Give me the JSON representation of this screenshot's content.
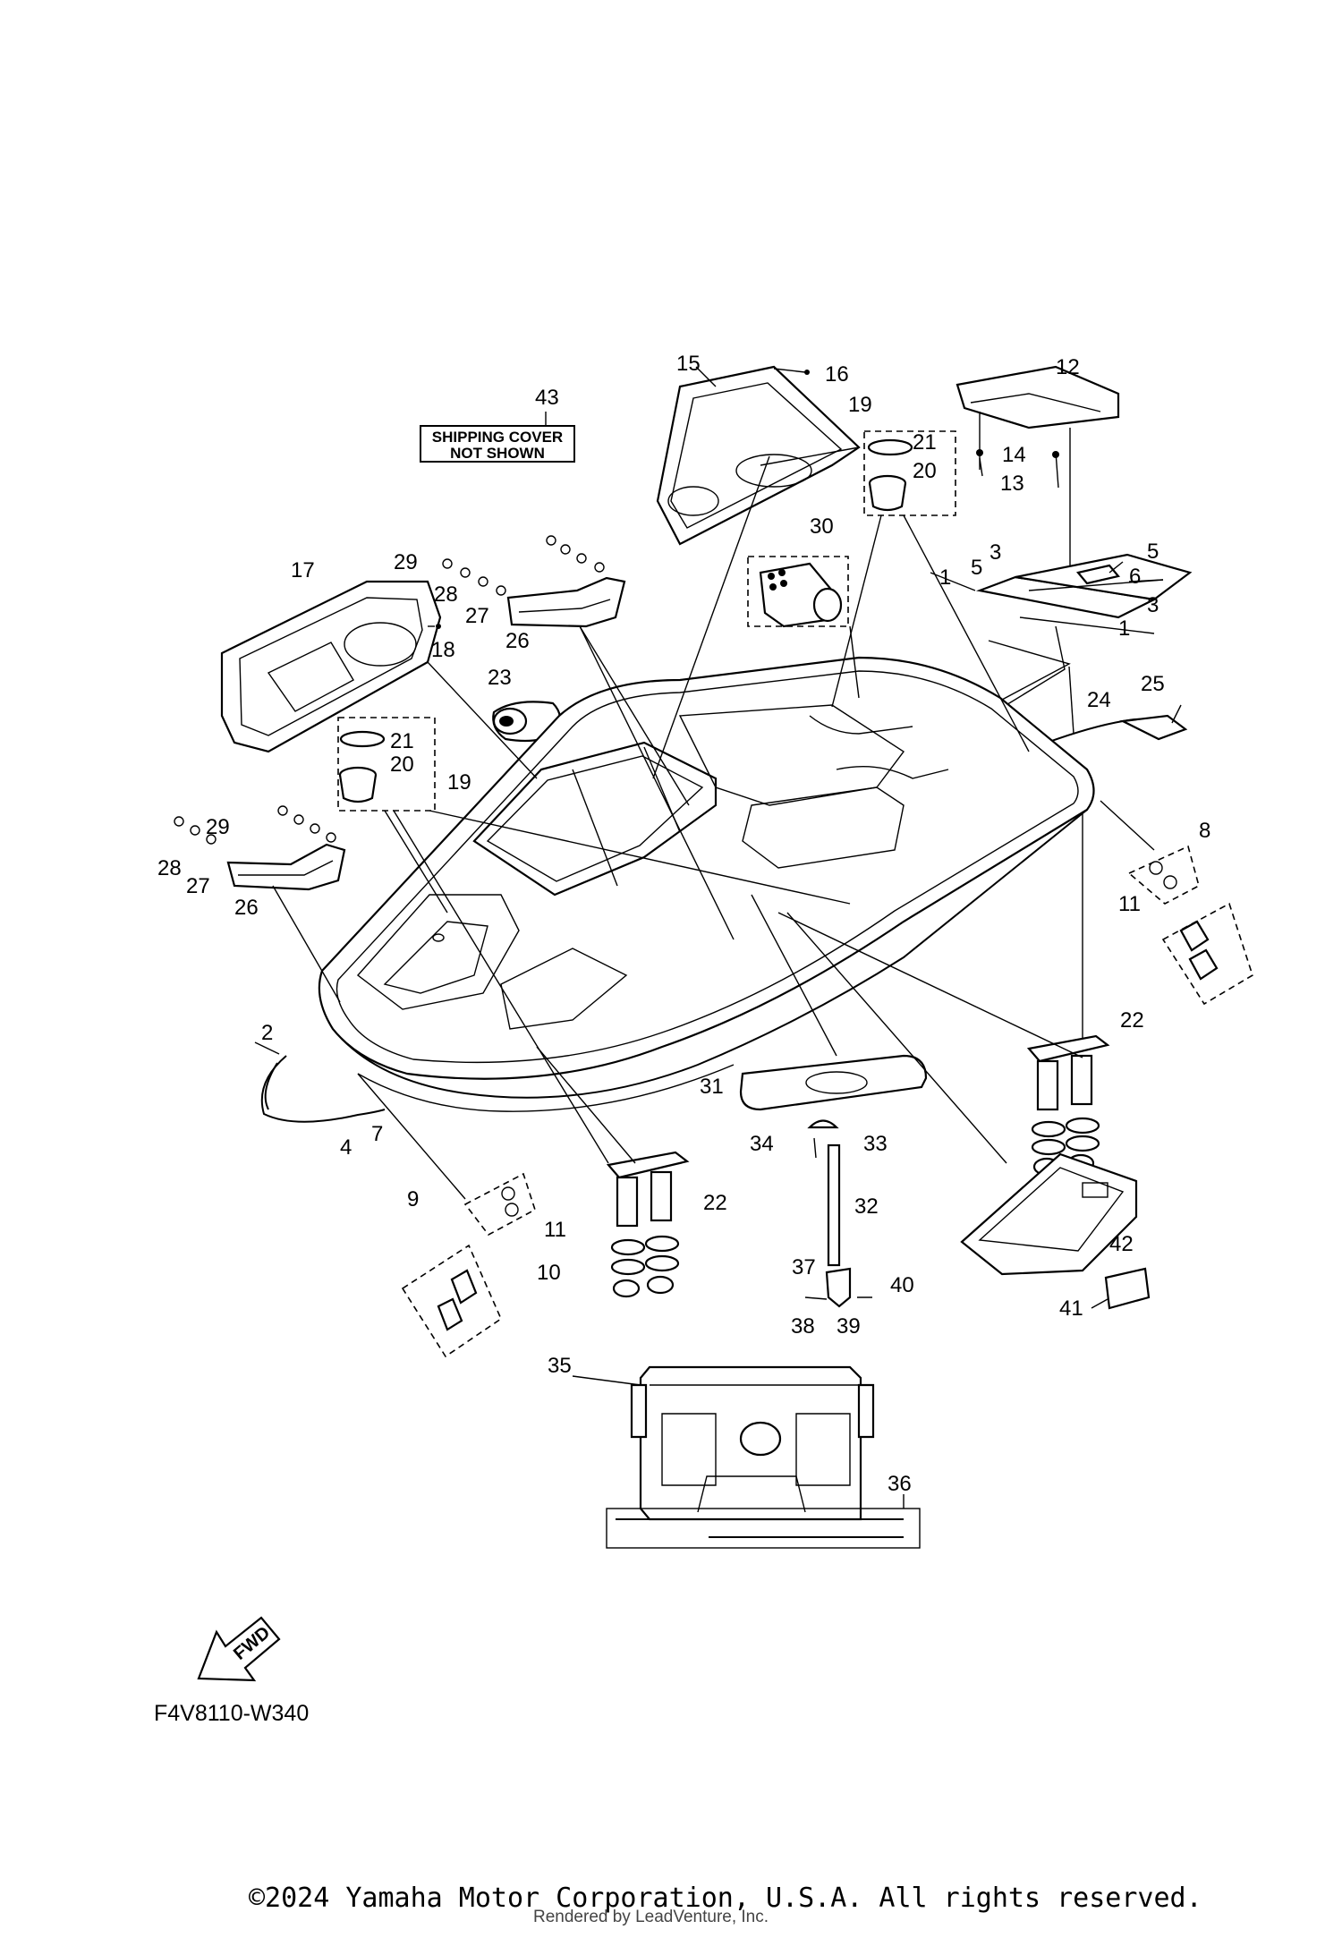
{
  "shipping_cover": {
    "callout": "43",
    "line1": "SHIPPING COVER",
    "line2": "NOT SHOWN"
  },
  "callouts": [
    "1",
    "2",
    "3",
    "4",
    "5",
    "6",
    "7",
    "8",
    "9",
    "10",
    "11",
    "12",
    "13",
    "14",
    "15",
    "16",
    "17",
    "18",
    "19",
    "20",
    "21",
    "22",
    "23",
    "24",
    "25",
    "26",
    "27",
    "28",
    "29",
    "30",
    "31",
    "32",
    "33",
    "34",
    "35",
    "36",
    "37",
    "38",
    "39",
    "40",
    "41",
    "42"
  ],
  "fwd_label": "FWD",
  "diagram_code": "F4V8110-W340",
  "copyright": "©2024 Yamaha Motor Corporation, U.S.A. All rights reserved.",
  "rendered_by": "Rendered by LeadVenture, Inc."
}
